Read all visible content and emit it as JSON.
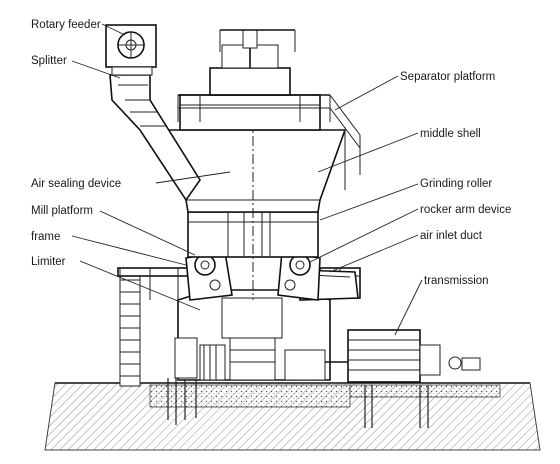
{
  "diagram": {
    "labels": {
      "rotary_feeder": "Rotary feeder",
      "splitter": "Splitter",
      "separator_platform": "Separator platform",
      "middle_shell": "middle shell",
      "air_sealing_device": "Air sealing device",
      "grinding_roller": "Grinding roller",
      "mill_platform": "Mill platform",
      "rocker_arm_device": "rocker arm device",
      "frame": "frame",
      "air_inlet_duct": "air inlet duct",
      "limiter": "Limiter",
      "transmission": "transmission"
    }
  }
}
